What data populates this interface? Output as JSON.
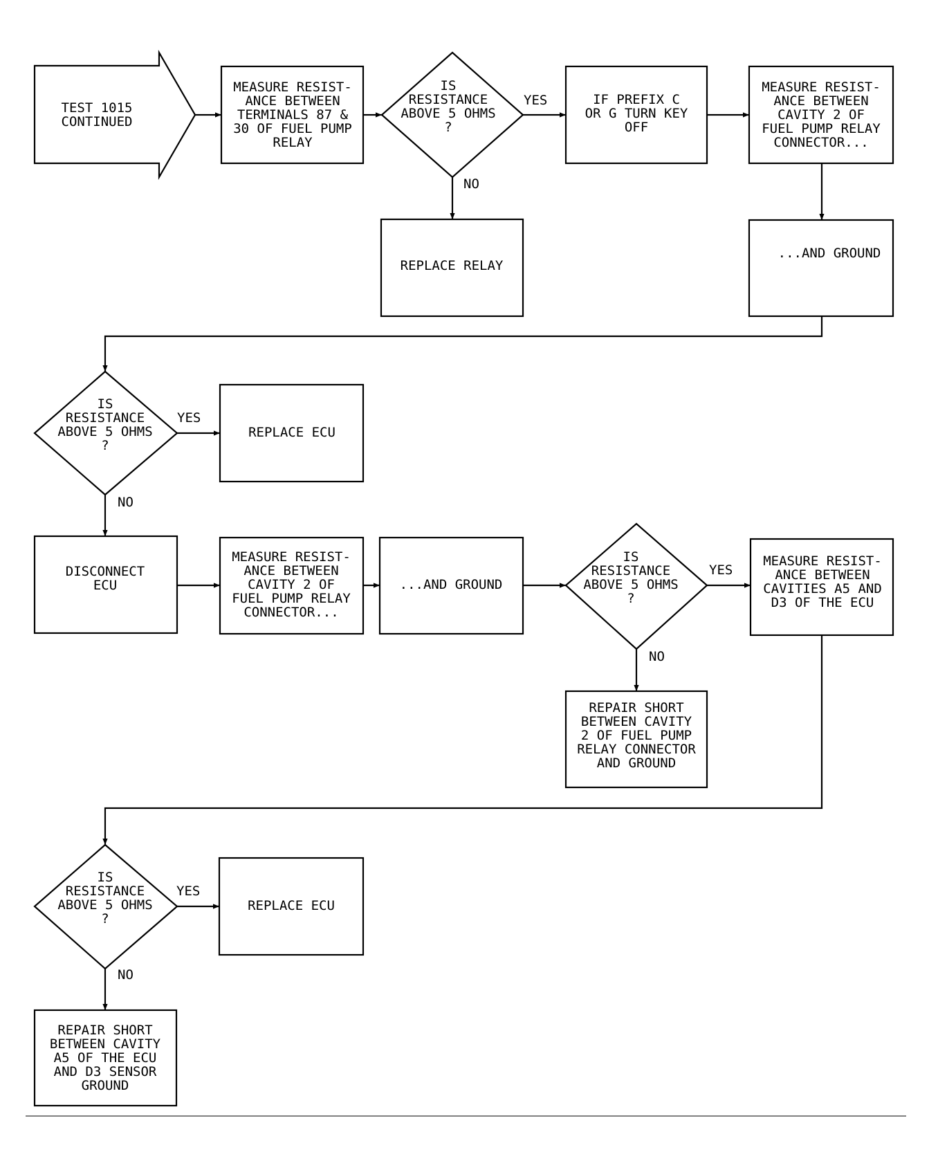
{
  "colors": {
    "stroke": "#000000",
    "background": "#ffffff"
  },
  "nodes": {
    "start": {
      "lines": [
        "TEST 1015",
        "CONTINUED"
      ]
    },
    "measure1": {
      "lines": [
        "MEASURE RESIST-",
        "ANCE BETWEEN",
        "TERMINALS 87 &",
        "30 OF FUEL PUMP",
        "RELAY"
      ]
    },
    "decision1": {
      "lines": [
        "IS",
        "RESISTANCE",
        "ABOVE 5 OHMS",
        "?"
      ]
    },
    "prefix": {
      "lines": [
        "IF PREFIX C",
        "OR G TURN KEY",
        "OFF"
      ]
    },
    "measure2": {
      "lines": [
        "MEASURE RESIST-",
        "ANCE BETWEEN",
        "CAVITY 2 OF",
        "FUEL PUMP RELAY",
        "CONNECTOR..."
      ]
    },
    "replaceRelay": {
      "lines": [
        "REPLACE RELAY"
      ]
    },
    "ground1": {
      "lines": [
        "...AND GROUND"
      ]
    },
    "decision2": {
      "lines": [
        "IS",
        "RESISTANCE",
        "ABOVE 5 OHMS",
        "?"
      ]
    },
    "replaceEcu1": {
      "lines": [
        "REPLACE ECU"
      ]
    },
    "disconnect": {
      "lines": [
        "DISCONNECT",
        "ECU"
      ]
    },
    "measure3": {
      "lines": [
        "MEASURE RESIST-",
        "ANCE BETWEEN",
        "CAVITY 2 OF",
        "FUEL PUMP RELAY",
        "CONNECTOR..."
      ]
    },
    "ground2": {
      "lines": [
        "...AND GROUND"
      ]
    },
    "decision3": {
      "lines": [
        "IS",
        "RESISTANCE",
        "ABOVE 5 OHMS",
        "?"
      ]
    },
    "measure4": {
      "lines": [
        "MEASURE RESIST-",
        "ANCE BETWEEN",
        "CAVITIES A5 AND",
        "D3 OF THE ECU"
      ]
    },
    "repair1": {
      "lines": [
        "REPAIR SHORT",
        "BETWEEN CAVITY",
        "2 OF FUEL PUMP",
        "RELAY CONNECTOR",
        "AND GROUND"
      ]
    },
    "decision4": {
      "lines": [
        "IS",
        "RESISTANCE",
        "ABOVE 5 OHMS",
        "?"
      ]
    },
    "replaceEcu2": {
      "lines": [
        "REPLACE ECU"
      ]
    },
    "repair2": {
      "lines": [
        "REPAIR SHORT",
        "BETWEEN CAVITY",
        "A5 OF THE ECU",
        "AND D3 SENSOR",
        "GROUND"
      ]
    }
  },
  "edges": [
    {
      "from": "start",
      "to": "measure1",
      "label": ""
    },
    {
      "from": "measure1",
      "to": "decision1",
      "label": ""
    },
    {
      "from": "decision1",
      "to": "prefix",
      "label": "YES"
    },
    {
      "from": "decision1",
      "to": "replaceRelay",
      "label": "NO"
    },
    {
      "from": "prefix",
      "to": "measure2",
      "label": ""
    },
    {
      "from": "measure2",
      "to": "ground1",
      "label": ""
    },
    {
      "from": "ground1",
      "to": "decision2",
      "label": ""
    },
    {
      "from": "decision2",
      "to": "replaceEcu1",
      "label": "YES"
    },
    {
      "from": "decision2",
      "to": "disconnect",
      "label": "NO"
    },
    {
      "from": "disconnect",
      "to": "measure3",
      "label": ""
    },
    {
      "from": "measure3",
      "to": "ground2",
      "label": ""
    },
    {
      "from": "ground2",
      "to": "decision3",
      "label": ""
    },
    {
      "from": "decision3",
      "to": "measure4",
      "label": "YES"
    },
    {
      "from": "decision3",
      "to": "repair1",
      "label": "NO"
    },
    {
      "from": "measure4",
      "to": "decision4",
      "label": ""
    },
    {
      "from": "decision4",
      "to": "replaceEcu2",
      "label": "YES"
    },
    {
      "from": "decision4",
      "to": "repair2",
      "label": "NO"
    }
  ]
}
